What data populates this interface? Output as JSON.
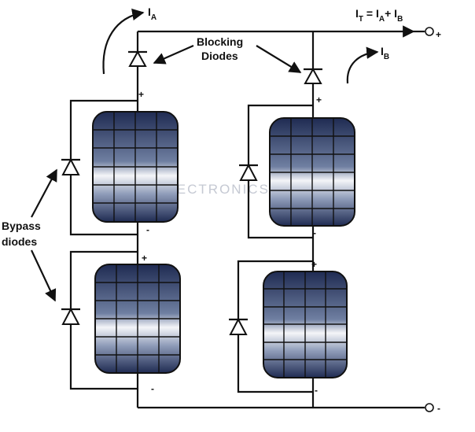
{
  "labels": {
    "blocking_line1": "Blocking",
    "blocking_line2": "Diodes",
    "bypass_line1": "Bypass",
    "bypass_line2": "diodes",
    "current_a_main": "I",
    "current_a_sub": "A",
    "current_b_main": "I",
    "current_b_sub": "B",
    "total_main_1": "I",
    "total_sub_1": "T",
    "total_eq": " = I",
    "total_sub_2": "A",
    "total_plus": "+ I",
    "total_sub_3": "B",
    "terminal_plus": "+",
    "terminal_minus": "-",
    "watermark": "ELECTRONICS HUB"
  },
  "panels": [
    {
      "id": "a-top",
      "plus": "+",
      "minus": "-"
    },
    {
      "id": "a-bottom",
      "plus": "+",
      "minus": "-"
    },
    {
      "id": "b-top",
      "plus": "+",
      "minus": "-"
    },
    {
      "id": "b-bottom",
      "plus": "+",
      "minus": "-"
    }
  ],
  "colors": {
    "wire": "#111111",
    "panel_dark": "#1f2b52",
    "panel_mid": "#5b6e93",
    "panel_light": "#f2f4f8"
  }
}
